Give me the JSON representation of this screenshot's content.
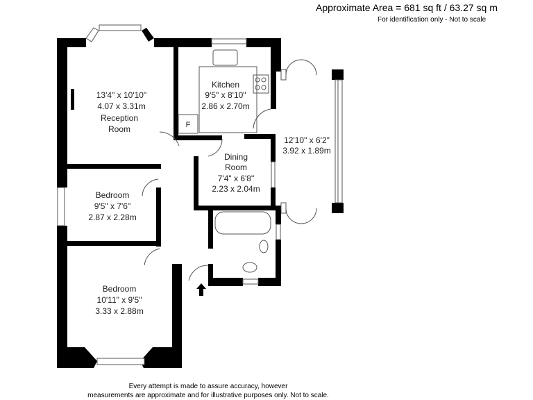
{
  "header": {
    "area": "Approximate Area = 681 sq ft / 63.27 sq m",
    "note": "For identification only - Not to scale"
  },
  "rooms": [
    {
      "name": "Reception Room",
      "name_line1": "Reception",
      "name_line2": "Room",
      "imperial": "13'4\" x 10'10\"",
      "metric": "4.07 x 3.31m"
    },
    {
      "name": "Kitchen",
      "imperial": "9'5\" x 8'10\"",
      "metric": "2.86 x 2.70m"
    },
    {
      "name": "Dining Room",
      "name_line1": "Dining",
      "name_line2": "Room",
      "imperial": "7'4\" x 6'8\"",
      "metric": "2.23 x 2.04m"
    },
    {
      "name": "",
      "imperial": "12'10\" x 6'2\"",
      "metric": "3.92 x 1.89m"
    },
    {
      "name": "Bedroom",
      "imperial": "9'5\" x 7'6\"",
      "metric": "2.87 x 2.28m"
    },
    {
      "name": "Bedroom",
      "imperial": "10'11\" x 9'5\"",
      "metric": "3.33 x 2.88m"
    }
  ],
  "fridge_label": "F",
  "footer": {
    "line1": "Every attempt is made to assure accuracy, however",
    "line2": "measurements are approximate and for illustrative purposes only. Not to scale."
  }
}
